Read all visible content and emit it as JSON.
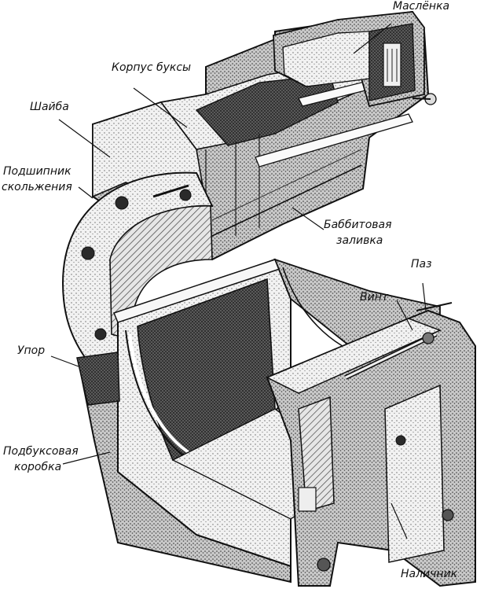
{
  "labels": {
    "maslenka": "Маслёнка",
    "korpus_buksy": "Корпус буксы",
    "shaiba": "Шайба",
    "podshipnik_1": "Подшипник",
    "podshipnik_2": "скольжения",
    "babbit_1": "Баббитовая",
    "babbit_2": "заливка",
    "paz": "Паз",
    "vint": "Винт",
    "upor": "Упор",
    "podbuks_1": "Подбуксовая",
    "podbuks_2": "коробка",
    "nalichnik": "Наличник"
  },
  "colors": {
    "ink": "#111111",
    "paper": "#ffffff",
    "mid": "#8a8a8a",
    "dark": "#3a3a3a",
    "light": "#d6d6d6"
  }
}
